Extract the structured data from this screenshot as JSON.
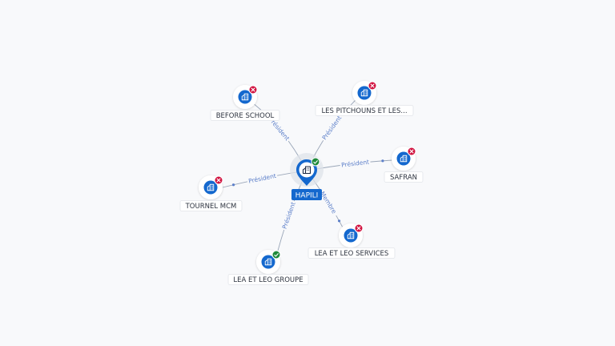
{
  "center": {
    "label": "HAPILI",
    "status": "active",
    "icon": "company-building-icon"
  },
  "nodes": [
    {
      "id": "before-school",
      "label": "BEFORE SCHOOL",
      "status": "inactive",
      "edge_label": "Président",
      "icon": "company-building-icon"
    },
    {
      "id": "les-pitchouns",
      "label": "LES PITCHOUNS ET LES...",
      "status": "inactive",
      "edge_label": "Président",
      "icon": "company-building-icon"
    },
    {
      "id": "safran",
      "label": "SAFRAN",
      "status": "inactive",
      "edge_label": "Président",
      "icon": "company-building-icon"
    },
    {
      "id": "tournel-mcm",
      "label": "TOURNEL MCM",
      "status": "inactive",
      "edge_label": "Président",
      "icon": "company-building-icon"
    },
    {
      "id": "lea-et-leo-services",
      "label": "LEA ET LEO SERVICES",
      "status": "inactive",
      "edge_label": "Membre",
      "icon": "company-building-icon"
    },
    {
      "id": "lea-et-leo-groupe",
      "label": "LEA ET LEO GROUPE",
      "status": "active",
      "edge_label": "Président",
      "icon": "company-building-icon"
    }
  ],
  "colors": {
    "accent": "#1468ce",
    "active": "#1f8a3b",
    "inactive": "#d1123f",
    "edge": "#9aa6b8",
    "edge_label": "#5c7fc9"
  }
}
